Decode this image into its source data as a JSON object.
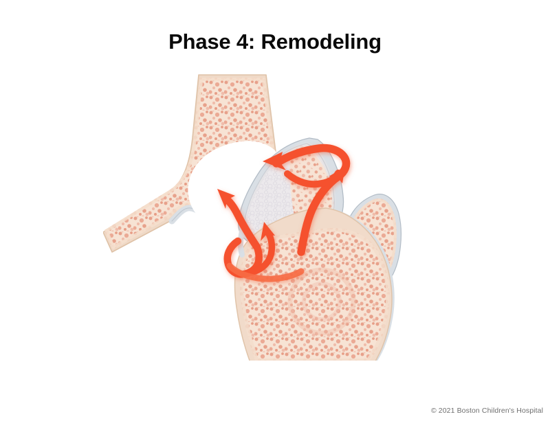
{
  "slide": {
    "title": "Phase 4: Remodeling",
    "copyright": "© 2021 Boston Children's Hospital",
    "background_color": "#FFFFFF",
    "title_color": "#0A0A0A",
    "copyright_color": "#6E6E6E"
  },
  "illustration": {
    "name": "hip-joint-bone-remodeling-cross-section",
    "description": "Cross-section of a pediatric hip joint showing the pelvis, acetabulum, femoral head, femoral neck, greater trochanter and proximal femoral shaft. A healing fracture callus across the femoral head and neck is being remodeled, indicated by curved orange arrows.",
    "view": "coronal cross-section, right hip",
    "palette": {
      "bone_fill": "#F7E3D4",
      "bone_outline": "#E2C7AE",
      "trabecular_dot": "#E8A28C",
      "trabecular_dot_light": "#F0BBA9",
      "cartilage": "#D9DFE5",
      "cartilage_outline": "#AFBAC4",
      "callus_fill": "#E8E8EC",
      "callus_bubble": "#CFCFD8",
      "arrow": "#F5512E",
      "arrow_shadow": "#FB7C58",
      "joint_space": "#FFFFFF"
    },
    "parts": [
      {
        "id": "pelvis",
        "label": "Pelvis (ilium / acetabular body)"
      },
      {
        "id": "acetabulum",
        "label": "Acetabulum (hip socket)"
      },
      {
        "id": "acetabular-cartilage",
        "label": "Acetabular articular cartilage"
      },
      {
        "id": "joint-space",
        "label": "Hip joint space"
      },
      {
        "id": "femoral-head",
        "label": "Femoral head"
      },
      {
        "id": "femoral-head-cartilage",
        "label": "Femoral head articular cartilage"
      },
      {
        "id": "remodeling-callus",
        "label": "Remodeling fracture callus"
      },
      {
        "id": "femoral-neck",
        "label": "Femoral neck"
      },
      {
        "id": "greater-trochanter",
        "label": "Greater trochanter"
      },
      {
        "id": "femoral-shaft",
        "label": "Proximal femoral shaft"
      }
    ],
    "arrows": [
      {
        "id": "arrow-superior",
        "label": "Superior remodeling arrow",
        "description": "Long arrow sweeping up the lateral femoral neck and curving left over the top of the femoral head, with a second short arrowhead curling back to the right.",
        "color": "#F5512E"
      },
      {
        "id": "arrow-inferior",
        "label": "Inferior remodeling arrow",
        "description": "Arrow rising from the inferior femoral neck into the femoral head, with a second short arrowhead branching upward to the right.",
        "color": "#F5512E"
      }
    ]
  }
}
